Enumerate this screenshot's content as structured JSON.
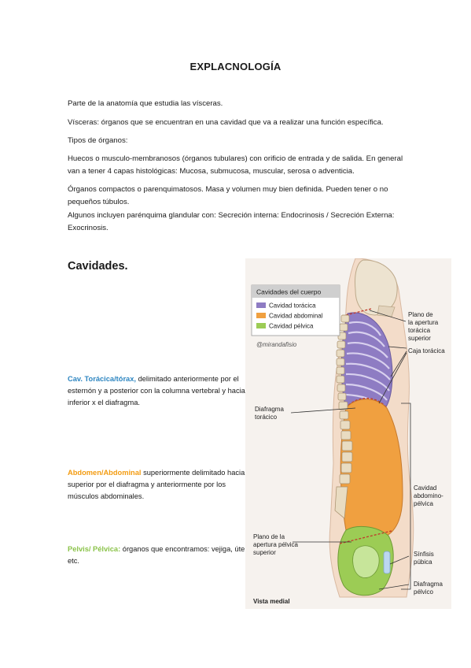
{
  "title": "EXPLACNOLOGÍA",
  "paragraphs": [
    "Parte de la anatomía que estudia las vísceras.",
    "Vísceras: órganos que se encuentran en una cavidad que va a realizar una función específica.",
    "Tipos de órganos:",
    "Huecos o musculo-membranosos (órganos tubulares) con orificio de entrada y de salida. En general van a tener 4 capas histológicas: Mucosa, submucosa, muscular, serosa o adventicia.",
    "Órganos compactos o parenquimatosos. Masa y volumen muy bien definida. Pueden tener o no pequeños túbulos.",
    "Algunos incluyen parénquima glandular con: Secreción interna: Endocrinosis / Secreción Externa: Exocrinosis."
  ],
  "section_heading": "Cavidades.",
  "cavities": [
    {
      "term": "Cav. Torácica/tórax,",
      "desc": " delimitado anteriormente por el esternón y a posterior con la columna vertebral y hacia inferior x el diafragma.",
      "color": "#2e86c1"
    },
    {
      "term": "Abdomen/Abdominal",
      "desc": " superiormente delimitado hacia superior por el diafragma y anteriormente por los músculos abdominales.",
      "color": "#f39c12"
    },
    {
      "term": "Pelvis/ Pélvica:",
      "desc": " órganos que encontramos: vejiga, útero, etc.",
      "color": "#8bc34a"
    }
  ],
  "figure": {
    "legend_title": "Cavidades del cuerpo",
    "legend_items": [
      {
        "label": "Cavidad torácica",
        "color": "#8e7cc3"
      },
      {
        "label": "Cavidad abdominal",
        "color": "#f0a040"
      },
      {
        "label": "Cavidad pélvica",
        "color": "#9ccc55"
      }
    ],
    "watermark": "@mirandafisio",
    "labels": {
      "plano_apertura_toracica": [
        "Plano de",
        "la apertura",
        "torácica",
        "superior"
      ],
      "caja_toracica": "Caja torácica",
      "diafragma_toracico": [
        "Diafragma",
        "torácico"
      ],
      "cavidad_abdominopelvica": [
        "Cavidad",
        "abdomino-",
        "pélvica"
      ],
      "plano_apertura_pelvica": [
        "Plano de la",
        "apertura pélvica",
        "superior"
      ],
      "sinfisis_pubica": [
        "Sínfisis",
        "púbica"
      ],
      "diafragma_pelvico": [
        "Diafragma",
        "pélvico"
      ],
      "vista_medial": "Vista medial"
    }
  }
}
